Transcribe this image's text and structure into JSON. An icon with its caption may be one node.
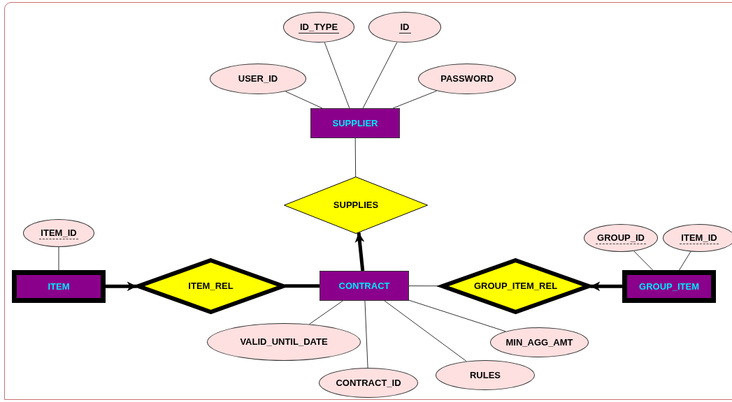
{
  "diagram": {
    "nodes": [
      {
        "text": [
          "SUPPLIER"
        ]
      },
      {
        "text": [
          "ID_TYPE"
        ]
      },
      {
        "text": [
          "ID"
        ]
      },
      {
        "text": [
          "USER_ID"
        ]
      },
      {
        "text": [
          "PASSWORD"
        ]
      },
      {
        "text": [
          "SUPPLIES"
        ]
      },
      {
        "text": [
          "ITEM_ID"
        ]
      },
      {
        "text": [
          "ITEM"
        ]
      },
      {
        "text": [
          "ITEM_REL"
        ]
      },
      {
        "text": [
          "CONTRACT"
        ]
      },
      {
        "text": [
          "GROUP_ITEM_REL"
        ]
      },
      {
        "text": [
          "GROUP_ID"
        ]
      },
      {
        "text": [
          "ITEM_ID"
        ]
      },
      {
        "text": [
          "GROUP_ITEM"
        ]
      },
      {
        "text": [
          "VALID_UNTIL_DATE"
        ]
      },
      {
        "text": [
          "CONTRACT_ID"
        ]
      },
      {
        "text": [
          "RULES"
        ]
      },
      {
        "text": [
          "MIN_AGG_AMT"
        ]
      }
    ],
    "edges": [
      {
        "from": 1,
        "to": 0,
        "arrow": "none"
      },
      {
        "from": 2,
        "to": 0,
        "arrow": "none"
      },
      {
        "from": 3,
        "to": 0,
        "arrow": "none"
      },
      {
        "from": 4,
        "to": 0,
        "arrow": "none"
      },
      {
        "from": 0,
        "to": 5,
        "arrow": "none"
      },
      {
        "from": 9,
        "to": 5,
        "arrow": "to",
        "style": "thick"
      },
      {
        "from": 6,
        "to": 7,
        "arrow": "none"
      },
      {
        "from": 7,
        "to": 8,
        "arrow": "to",
        "style": "thick"
      },
      {
        "from": 8,
        "to": 9,
        "arrow": "none",
        "style": "thick"
      },
      {
        "from": 9,
        "to": 10,
        "arrow": "none"
      },
      {
        "from": 13,
        "to": 10,
        "arrow": "to",
        "style": "thick"
      },
      {
        "from": 11,
        "to": 13,
        "arrow": "none"
      },
      {
        "from": 12,
        "to": 13,
        "arrow": "none"
      },
      {
        "from": 9,
        "to": 14,
        "arrow": "none"
      },
      {
        "from": 9,
        "to": 15,
        "arrow": "none"
      },
      {
        "from": 9,
        "to": 16,
        "arrow": "none"
      },
      {
        "from": 9,
        "to": 17,
        "arrow": "none"
      }
    ]
  }
}
